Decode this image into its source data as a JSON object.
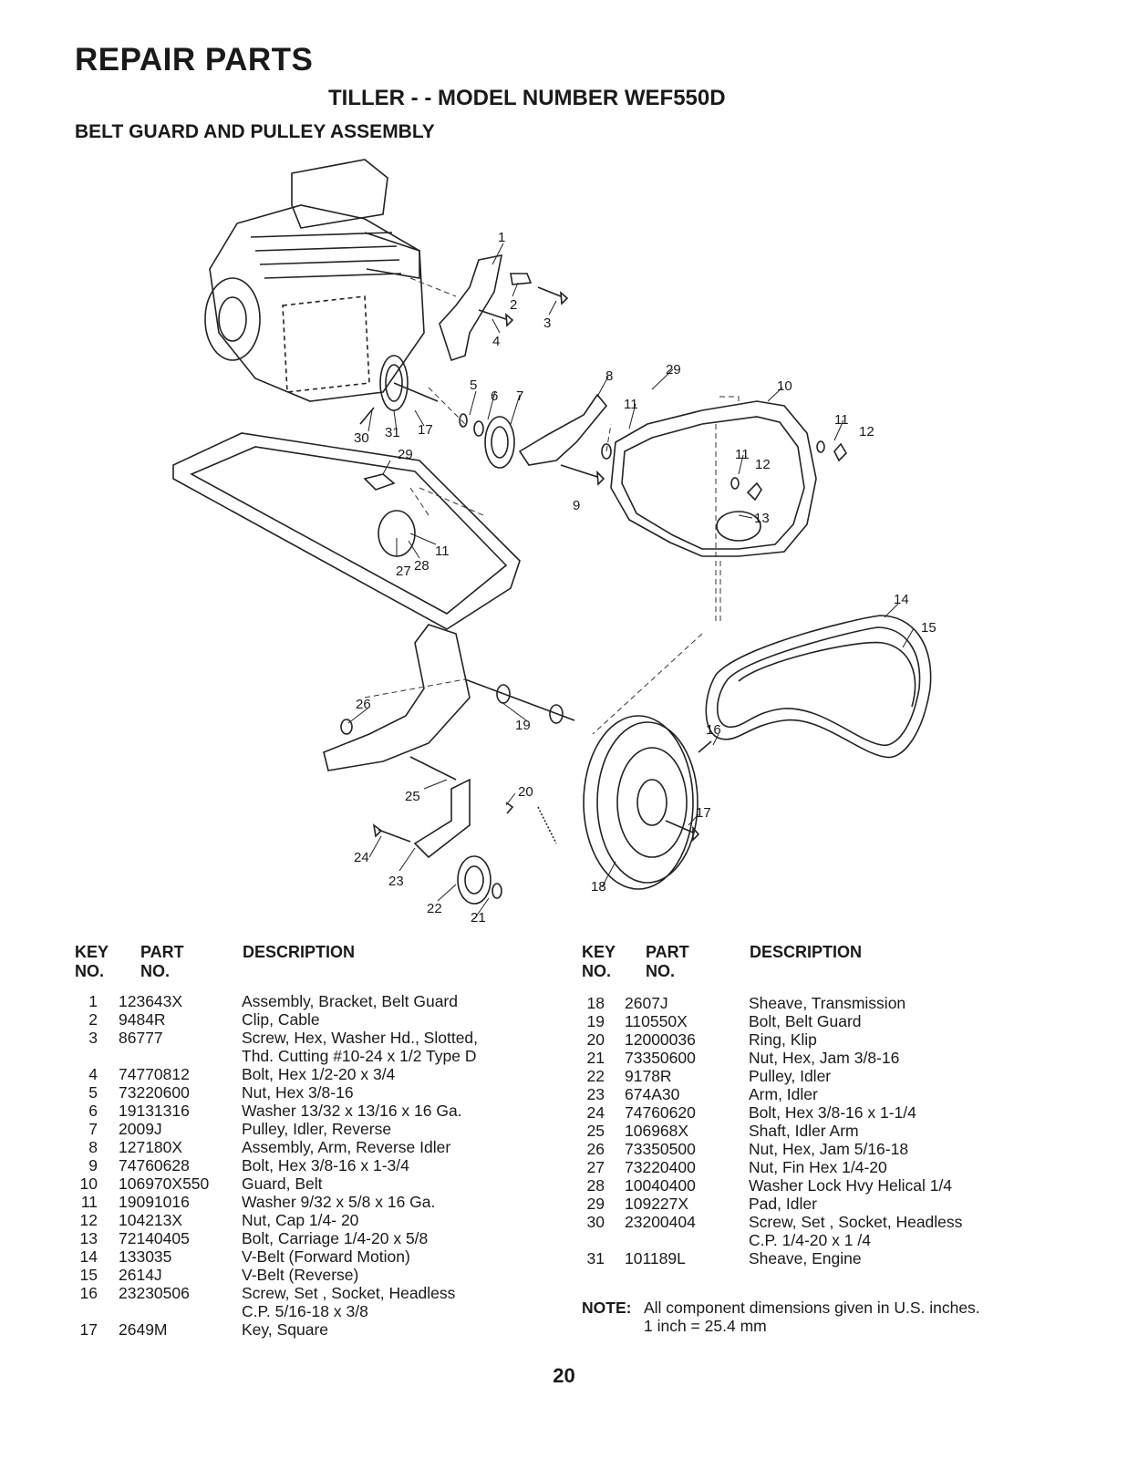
{
  "header": {
    "title": "REPAIR PARTS",
    "subtitle": "TILLER - - MODEL NUMBER WEF550D",
    "section": "BELT GUARD AND PULLEY ASSEMBLY"
  },
  "diagram": {
    "callouts": [
      "1",
      "2",
      "3",
      "4",
      "5",
      "6",
      "7",
      "8",
      "9",
      "10",
      "11",
      "12",
      "13",
      "14",
      "15",
      "16",
      "17",
      "18",
      "19",
      "20",
      "21",
      "22",
      "23",
      "24",
      "25",
      "26",
      "27",
      "28",
      "29",
      "30",
      "31"
    ]
  },
  "table": {
    "headers": {
      "key": "KEY",
      "key2": "NO.",
      "part": "PART",
      "part2": "NO.",
      "description": "DESCRIPTION"
    },
    "left": [
      {
        "key": "1",
        "part": "123643X",
        "description": "Assembly, Bracket, Belt Guard"
      },
      {
        "key": "2",
        "part": "9484R",
        "description": "Clip, Cable"
      },
      {
        "key": "3",
        "part": "86777",
        "description": "Screw, Hex, Washer Hd., Slotted,\nThd. Cutting  #10-24 x 1/2 Type D"
      },
      {
        "key": "4",
        "part": "74770812",
        "description": "Bolt, Hex  1/2-20 x 3/4"
      },
      {
        "key": "5",
        "part": "73220600",
        "description": "Nut, Hex  3/8-16"
      },
      {
        "key": "6",
        "part": "19131316",
        "description": "Washer  13/32 x 13/16 x 16 Ga."
      },
      {
        "key": "7",
        "part": "2009J",
        "description": "Pulley, Idler, Reverse"
      },
      {
        "key": "8",
        "part": "127180X",
        "description": "Assembly, Arm, Reverse Idler"
      },
      {
        "key": "9",
        "part": "74760628",
        "description": "Bolt, Hex  3/8-16 x 1-3/4"
      },
      {
        "key": "10",
        "part": "106970X550",
        "description": "Guard, Belt"
      },
      {
        "key": "11",
        "part": "19091016",
        "description": "Washer  9/32 x 5/8 x 16 Ga."
      },
      {
        "key": "12",
        "part": "104213X",
        "description": "Nut, Cap  1/4- 20"
      },
      {
        "key": "13",
        "part": "72140405",
        "description": "Bolt, Carriage  1/4-20 x 5/8"
      },
      {
        "key": "14",
        "part": "133035",
        "description": "V-Belt (Forward Motion)"
      },
      {
        "key": "15",
        "part": "2614J",
        "description": "V-Belt (Reverse)"
      },
      {
        "key": "16",
        "part": "23230506",
        "description": "Screw, Set , Socket, Headless\nC.P.  5/16-18 x 3/8"
      },
      {
        "key": "17",
        "part": "2649M",
        "description": "Key, Square"
      }
    ],
    "right": [
      {
        "key": "18",
        "part": "2607J",
        "description": "Sheave, Transmission"
      },
      {
        "key": "19",
        "part": "110550X",
        "description": "Bolt, Belt Guard"
      },
      {
        "key": "20",
        "part": "12000036",
        "description": "Ring, Klip"
      },
      {
        "key": "21",
        "part": "73350600",
        "description": "Nut, Hex, Jam  3/8-16"
      },
      {
        "key": "22",
        "part": "9178R",
        "description": "Pulley, Idler"
      },
      {
        "key": "23",
        "part": "674A30",
        "description": "Arm, Idler"
      },
      {
        "key": "24",
        "part": "74760620",
        "description": "Bolt, Hex   3/8-16  x  1-1/4"
      },
      {
        "key": "25",
        "part": "106968X",
        "description": "Shaft, Idler Arm"
      },
      {
        "key": "26",
        "part": "73350500",
        "description": "Nut, Hex, Jam  5/16-18"
      },
      {
        "key": "27",
        "part": "73220400",
        "description": "Nut, Fin Hex 1/4-20"
      },
      {
        "key": "28",
        "part": "10040400",
        "description": "Washer Lock Hvy Helical 1/4"
      },
      {
        "key": "29",
        "part": "109227X",
        "description": "Pad, Idler"
      },
      {
        "key": "30",
        "part": "23200404",
        "description": "Screw, Set , Socket, Headless\nC.P.  1/4-20 x 1 /4"
      },
      {
        "key": "31",
        "part": "101189L",
        "description": "Sheave, Engine"
      }
    ]
  },
  "note": {
    "label": "NOTE:",
    "line1": "All component dimensions given in U.S. inches.",
    "line2": "1 inch = 25.4 mm"
  },
  "footer": {
    "page_number": "20"
  }
}
